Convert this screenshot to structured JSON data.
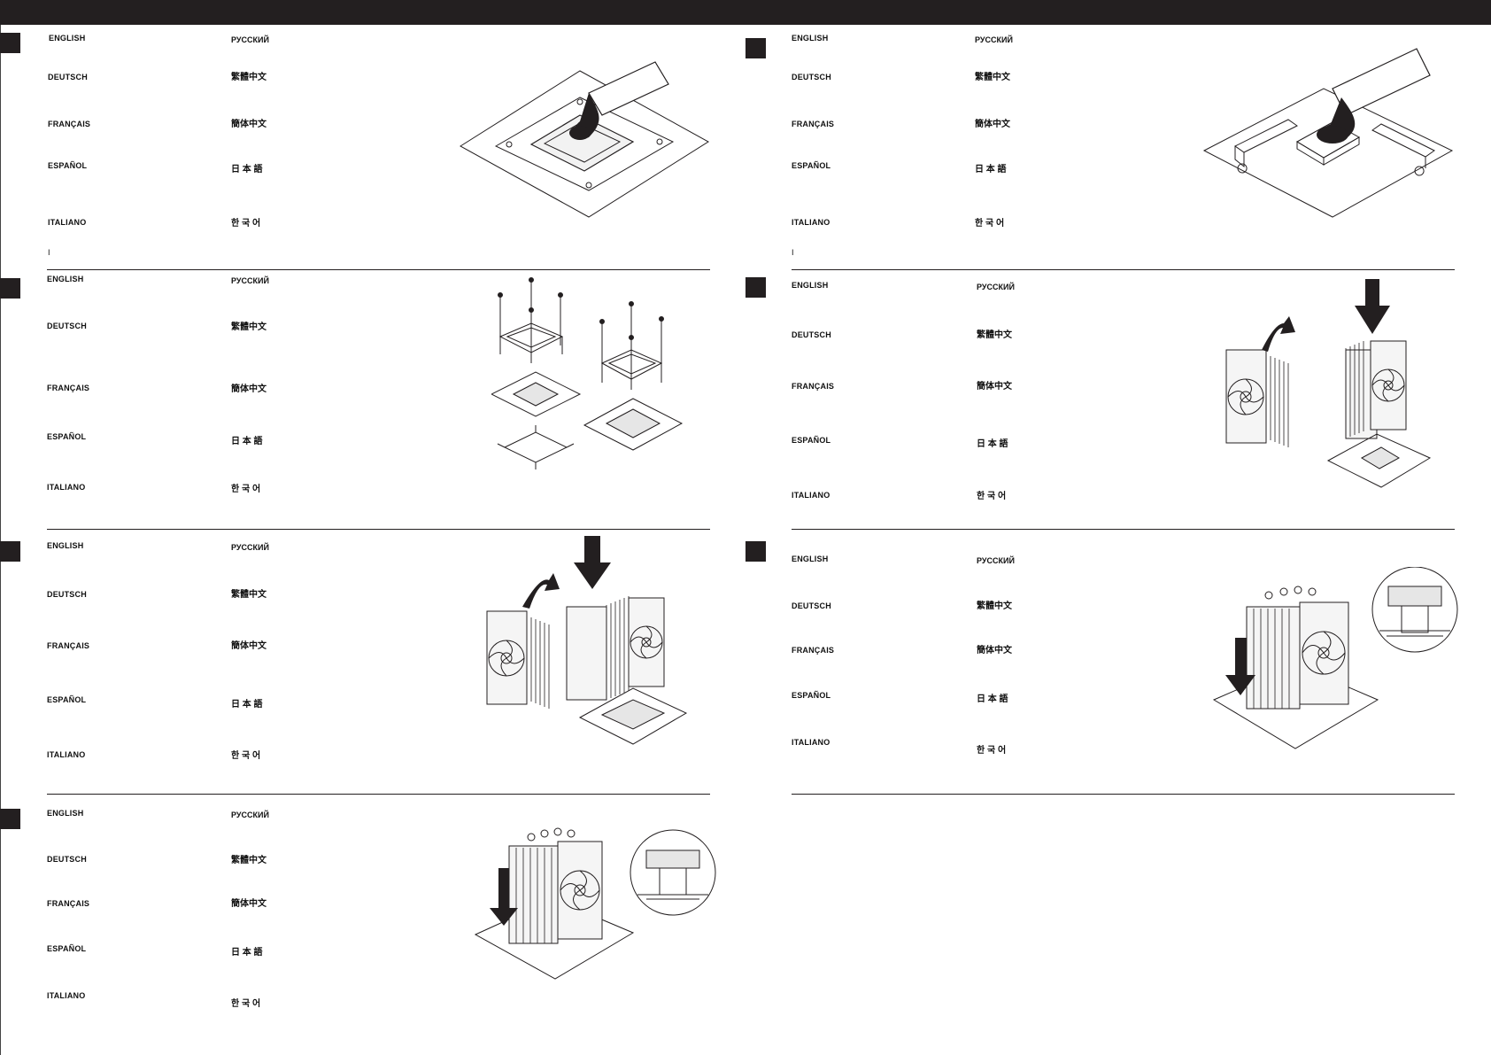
{
  "languages": {
    "english": "ENGLISH",
    "deutsch": "DEUTSCH",
    "francais": "FRANÇAIS",
    "espanol": "ESPAÑOL",
    "italiano": "ITALIANO",
    "russian": "РУССКИЙ",
    "trad_chinese": "繁體中文",
    "simp_chinese": "簡体中文",
    "japanese": "日 本 語",
    "korean": "한 국 어"
  },
  "stray_mark": "I",
  "colors": {
    "ink": "#231f20",
    "paper": "#ffffff"
  }
}
